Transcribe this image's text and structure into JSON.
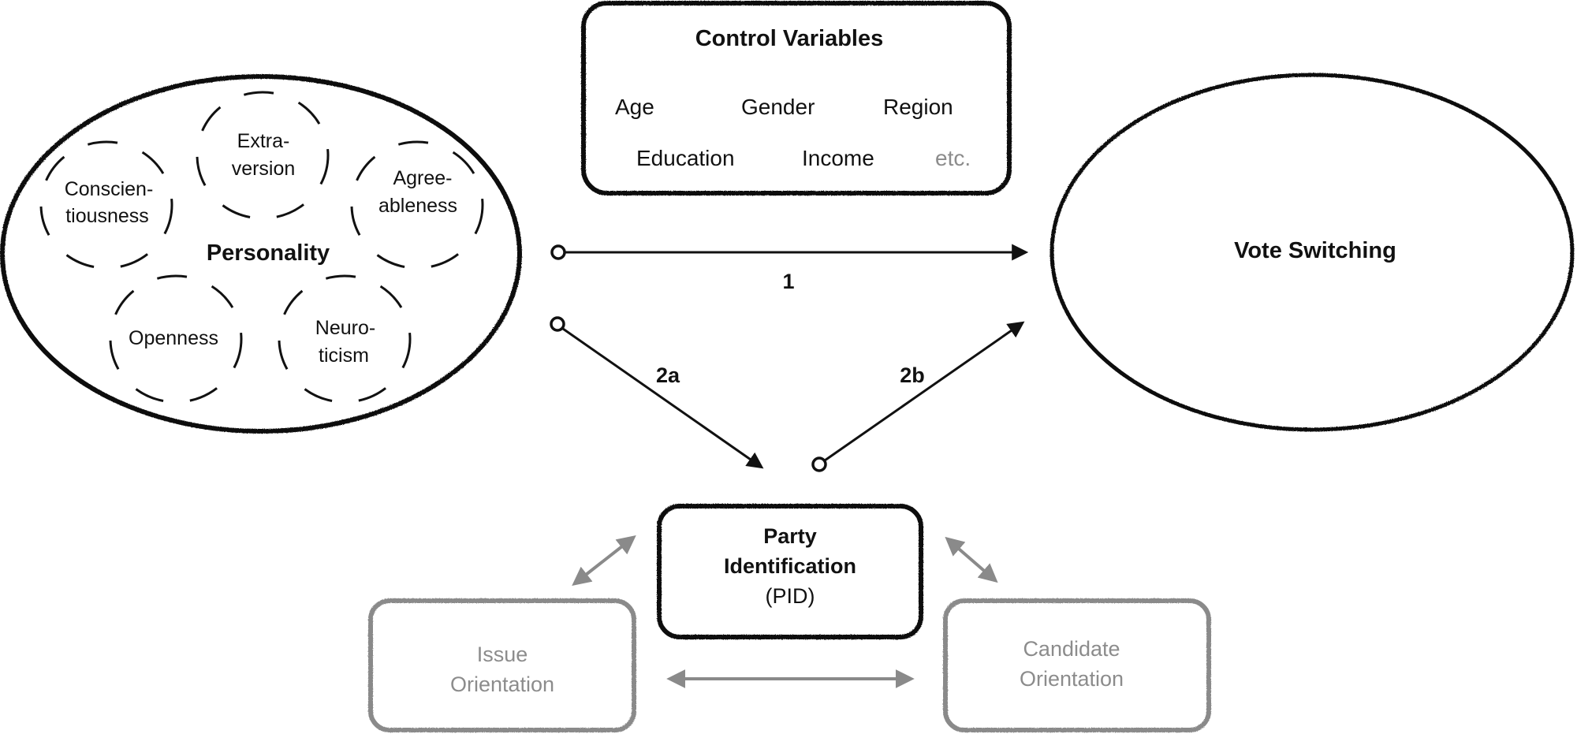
{
  "title": "Personality, Party Identification and Vote Switching model",
  "colors": {
    "primary_stroke": "#111111",
    "muted_stroke": "#8a8a8a",
    "muted_text": "#8c8c8c",
    "background": "#ffffff"
  },
  "personality": {
    "label": "Personality",
    "traits": [
      {
        "id": "conscientiousness",
        "lines": [
          "Conscien-",
          "tiousness"
        ]
      },
      {
        "id": "extraversion",
        "lines": [
          "Extra-",
          "version"
        ]
      },
      {
        "id": "agreeableness",
        "lines": [
          "Agree-",
          "ableness"
        ]
      },
      {
        "id": "openness",
        "lines": [
          "Openness"
        ]
      },
      {
        "id": "neuroticism",
        "lines": [
          "Neuro-",
          "ticism"
        ]
      }
    ]
  },
  "control_variables": {
    "title": "Control Variables",
    "row1": [
      "Age",
      "Gender",
      "Region"
    ],
    "row2": [
      "Education",
      "Income"
    ],
    "etc": "etc."
  },
  "vote_switching": {
    "label": "Vote Switching"
  },
  "pid": {
    "lines": [
      "Party",
      "Identification"
    ],
    "abbr": "(PID)"
  },
  "issue_orientation": {
    "lines": [
      "Issue",
      "Orientation"
    ]
  },
  "candidate_orientation": {
    "lines": [
      "Candidate",
      "Orientation"
    ]
  },
  "paths": {
    "path1": "1",
    "path2a": "2a",
    "path2b": "2b"
  }
}
